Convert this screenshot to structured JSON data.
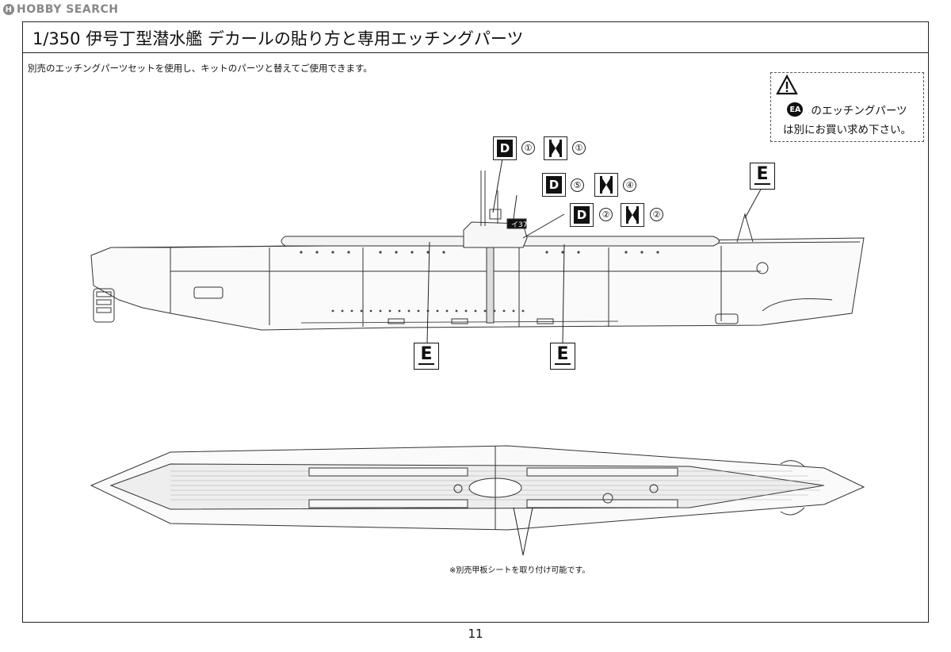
{
  "watermark": {
    "brand": "HOBBY SEARCH",
    "logo_letter": "H"
  },
  "header": {
    "title": "1/350 伊号丁型潜水艦 デカールの貼り方と専用エッチングパーツ"
  },
  "intro_text": "別売のエッチングパーツセットを使用し、キットのパーツと替えてご使用できます。",
  "notice": {
    "badge": "EA",
    "line1": "のエッチングパーツ",
    "line2": "は別にお買い求め下さい。",
    "icon": "warning-triangle-icon"
  },
  "callouts": {
    "decal_rows": [
      {
        "d_letter": "D",
        "d_num": "①",
        "k_num": "①"
      },
      {
        "d_letter": "D",
        "d_num": "⑤",
        "k_num": "④"
      },
      {
        "d_letter": "D",
        "d_num": "②",
        "k_num": "②"
      }
    ],
    "etch_letter": "E"
  },
  "hull_number": "イ37",
  "deck_note": "※別売甲板シートを取り付け可能です。",
  "page_number": "11"
}
